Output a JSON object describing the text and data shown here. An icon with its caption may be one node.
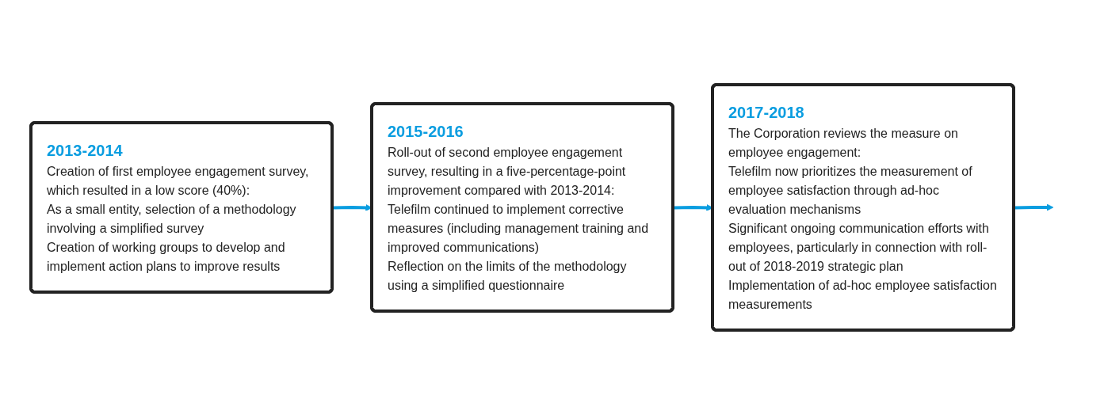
{
  "diagram": {
    "nodes": [
      {
        "text": [
          "2013-2014",
          "Creation of first employee engagement survey, which resulted in a low score (40%):",
          "As a small entity, selection of a methodology involving a simplified survey",
          "Creation of working groups to develop and implement action plans to improve results"
        ]
      },
      {
        "text": [
          "2015-2016",
          "Roll-out of second employee engagement survey, resulting in a five-percentage-point improvement compared with 2013-2014:",
          "Telefilm continued to implement corrective measures (including management training and improved communications)",
          "Reflection on the limits of the methodology using a simplified questionnaire"
        ]
      },
      {
        "text": [
          "2017-2018",
          "The Corporation reviews the measure on employee engagement:",
          "Telefilm now prioritizes the measurement of employee satisfaction through ad-hoc evaluation mechanisms",
          "Significant ongoing communication efforts with employees, particularly in connection with roll-out of 2018-2019 strategic plan",
          "Implementation of ad-hoc employee satisfaction measurements"
        ]
      }
    ],
    "edges": [
      {
        "from": 0,
        "to": 1,
        "arrow": "to",
        "color": "#0a9de0"
      },
      {
        "from": 1,
        "to": 2,
        "arrow": "to",
        "color": "#0a9de0"
      },
      {
        "from": 2,
        "to": null,
        "arrow": "to",
        "color": "#0a9de0"
      }
    ]
  }
}
